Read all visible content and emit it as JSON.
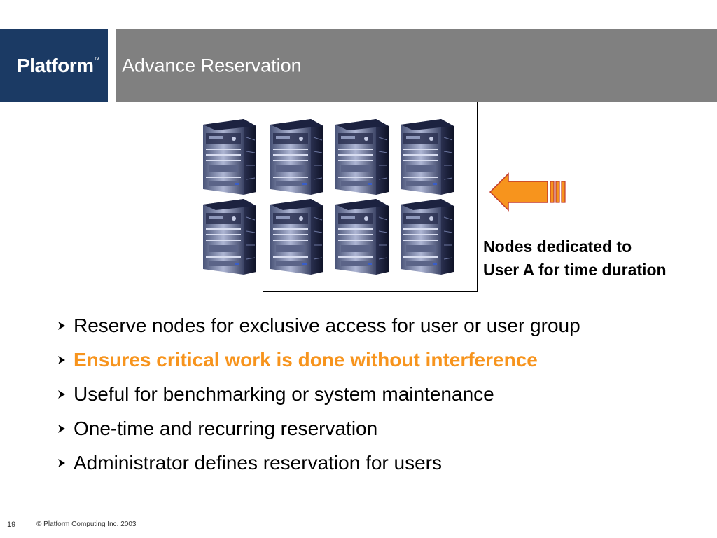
{
  "header": {
    "logo_text": "Platform",
    "logo_tm": "™",
    "title": "Advance Reservation"
  },
  "figure": {
    "servers_outside_box": 2,
    "servers_inside_box": 6,
    "reserved_note": "Nodes dedicated to User A for time duration",
    "reserved_note_lines": [
      "Nodes dedicated to",
      "User A for time duration"
    ],
    "arrow_color": "#f7941d"
  },
  "bullets": [
    {
      "text": "Reserve nodes for exclusive access for user or user group",
      "highlight": false
    },
    {
      "text": "Ensures critical work is done without interference",
      "highlight": true
    },
    {
      "text": "Useful for benchmarking or system maintenance",
      "highlight": false
    },
    {
      "text": "One-time and recurring reservation",
      "highlight": false
    },
    {
      "text": "Administrator defines reservation for users",
      "highlight": false
    }
  ],
  "footer": {
    "page_number": "19",
    "copyright": "© Platform Computing Inc. 2003"
  },
  "colors": {
    "logo_bg": "#1b3a64",
    "title_band": "#808080",
    "highlight": "#f7941d"
  }
}
